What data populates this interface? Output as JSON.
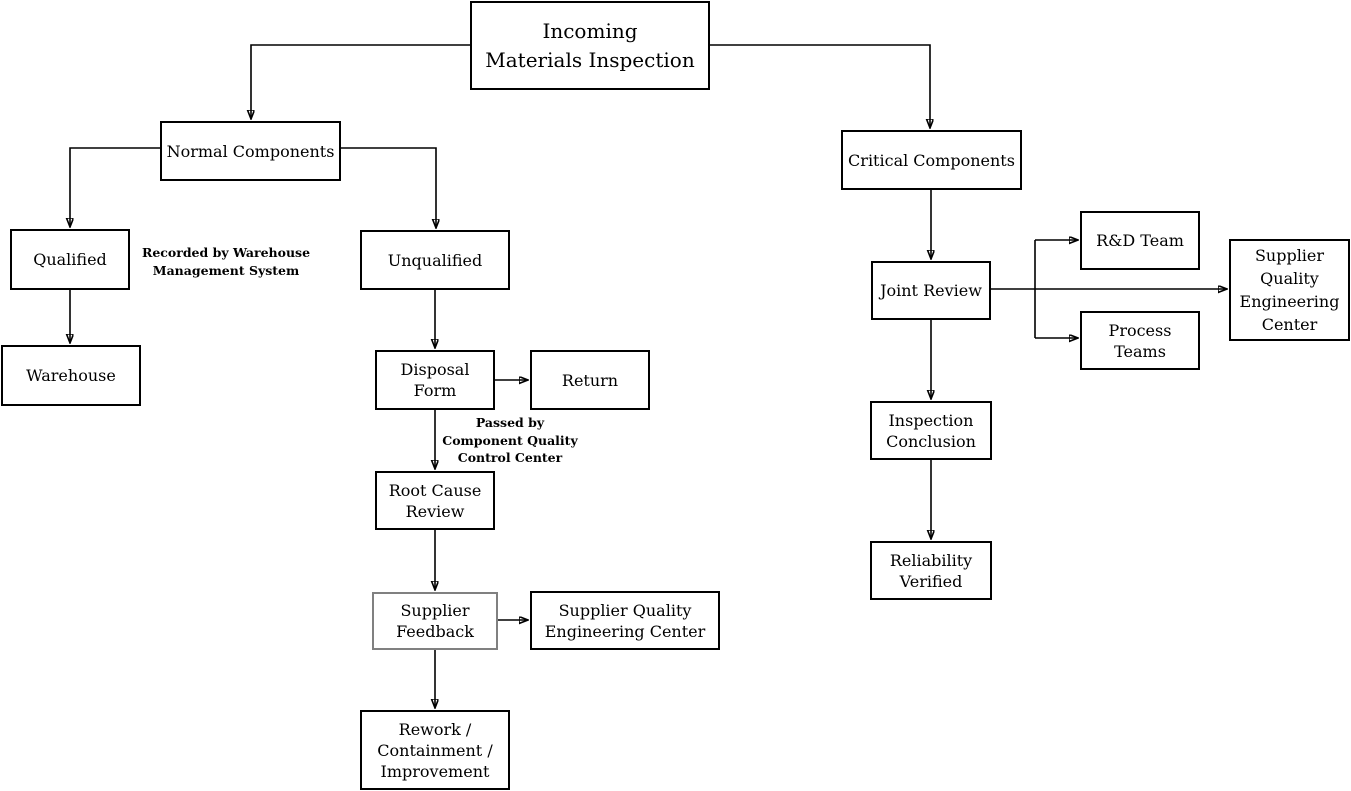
{
  "page": {
    "background": "#ffffff"
  },
  "colors": {
    "line": "#000000",
    "box_border": "#000000",
    "box_fill": "#ffffff",
    "highlight_border": "#808080",
    "text": "#000000"
  },
  "nodes": {
    "incoming": {
      "label": "Incoming\nMaterials Inspection"
    },
    "normal": {
      "label": "Normal Components"
    },
    "critical": {
      "label": "Critical Components"
    },
    "qualified": {
      "label": "Qualified"
    },
    "unqualified": {
      "label": "Unqualified"
    },
    "warehouse": {
      "label": "Warehouse"
    },
    "disposal_form": {
      "label": "Disposal\nForm"
    },
    "return": {
      "label": "Return"
    },
    "root_cause": {
      "label": "Root Cause\nReview"
    },
    "supplier_feedback": {
      "label": "Supplier\nFeedback"
    },
    "sqec_left": {
      "label": "Supplier Quality\nEngineering Center"
    },
    "rework": {
      "label": "Rework /\nContainment /\nImprovement"
    },
    "joint_review": {
      "label": "Joint Review"
    },
    "rd_team": {
      "label": "R&D Team"
    },
    "process_teams": {
      "label": "Process\nTeams"
    },
    "sqec_right": {
      "label": "Supplier\nQuality\nEngineering\nCenter"
    },
    "inspection_conclusion": {
      "label": "Inspection\nConclusion"
    },
    "reliability_verified": {
      "label": "Reliability\nVerified"
    }
  },
  "annotations": {
    "warehouse_note": {
      "text": "Recorded by Warehouse\nManagement System"
    },
    "quality_note": {
      "text": "Passed by\nComponent Quality\nControl Center"
    }
  },
  "edges": [
    {
      "from": "incoming",
      "to": "normal"
    },
    {
      "from": "incoming",
      "to": "critical"
    },
    {
      "from": "normal",
      "to": "qualified"
    },
    {
      "from": "normal",
      "to": "unqualified"
    },
    {
      "from": "qualified",
      "to": "warehouse"
    },
    {
      "from": "unqualified",
      "to": "disposal_form"
    },
    {
      "from": "disposal_form",
      "to": "return"
    },
    {
      "from": "disposal_form",
      "to": "root_cause"
    },
    {
      "from": "root_cause",
      "to": "supplier_feedback"
    },
    {
      "from": "supplier_feedback",
      "to": "sqec_left"
    },
    {
      "from": "supplier_feedback",
      "to": "rework"
    },
    {
      "from": "critical",
      "to": "joint_review"
    },
    {
      "from": "joint_review",
      "to": "rd_team"
    },
    {
      "from": "joint_review",
      "to": "sqec_right"
    },
    {
      "from": "joint_review",
      "to": "process_teams"
    },
    {
      "from": "joint_review",
      "to": "inspection_conclusion"
    },
    {
      "from": "inspection_conclusion",
      "to": "reliability_verified"
    }
  ]
}
